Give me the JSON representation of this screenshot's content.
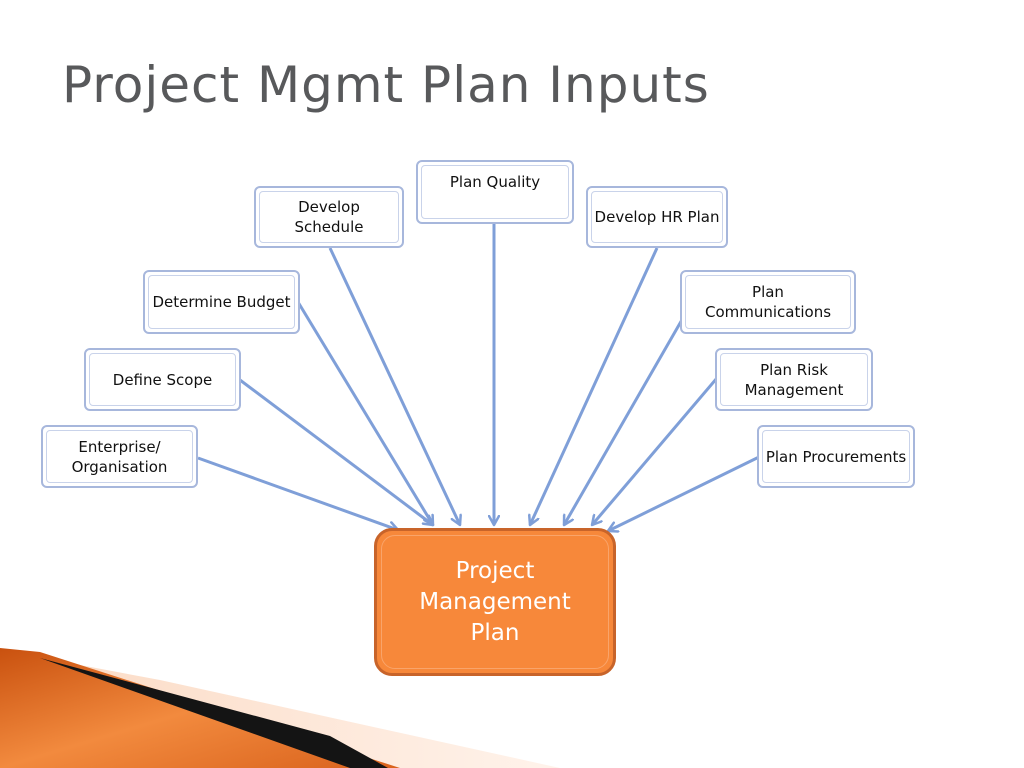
{
  "slide": {
    "title": "Project Mgmt Plan Inputs",
    "center": {
      "label": "Project Management Plan"
    },
    "inputs": [
      {
        "id": "enterprise",
        "label": "Enterprise/ Organisation"
      },
      {
        "id": "define-scope",
        "label": "Define Scope"
      },
      {
        "id": "determine-budget",
        "label": "Determine Budget"
      },
      {
        "id": "develop-schedule",
        "label": "Develop Schedule"
      },
      {
        "id": "plan-quality",
        "label": "Plan Quality"
      },
      {
        "id": "develop-hr-plan",
        "label": "Develop HR Plan"
      },
      {
        "id": "plan-communications",
        "label": "Plan Communications"
      },
      {
        "id": "plan-risk-management",
        "label": "Plan Risk Management"
      },
      {
        "id": "plan-procurements",
        "label": "Plan Procurements"
      }
    ]
  },
  "colors": {
    "title": "#58595b",
    "box_border": "#a7b7dc",
    "arrow": "#7f9fd8",
    "center_fill": "#f7883a",
    "center_border": "#c8642a",
    "accent_orange": "#e8691c"
  }
}
